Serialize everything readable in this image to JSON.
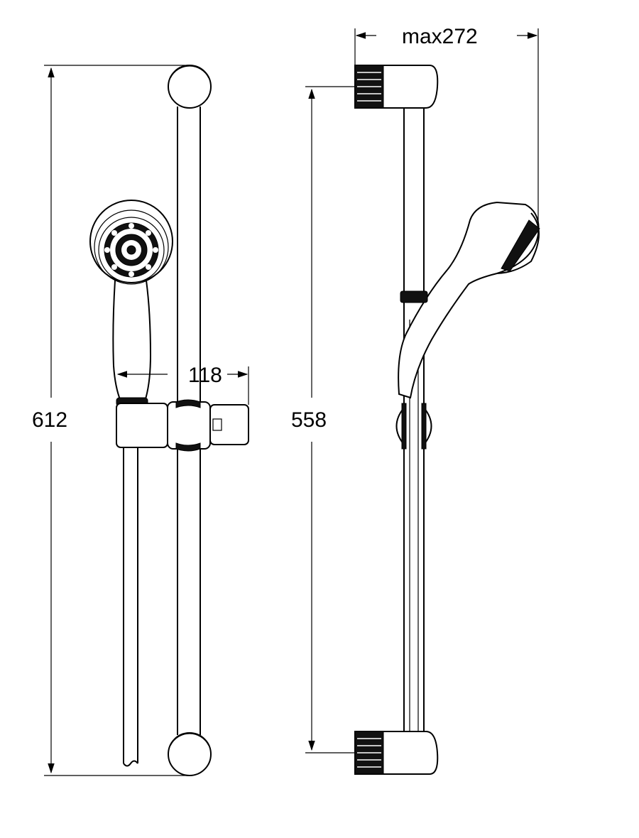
{
  "dimensions": {
    "total_height": "612",
    "mount_distance": "558",
    "holder_projection": "118",
    "max_projection": "max272"
  }
}
